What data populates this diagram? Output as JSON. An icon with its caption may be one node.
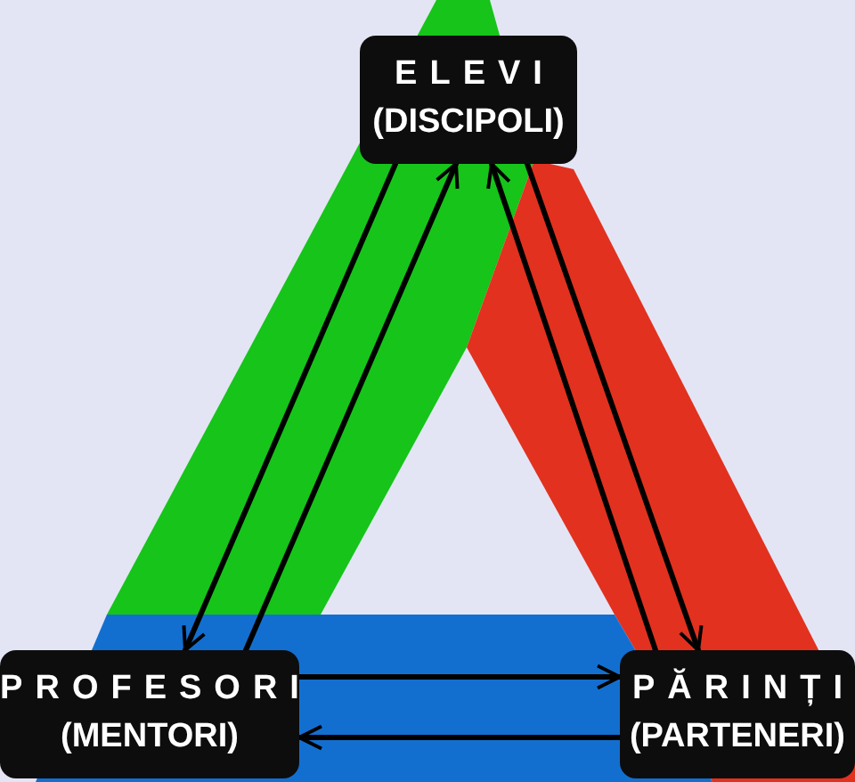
{
  "diagram": {
    "nodes": [
      {
        "text": [
          "ELEVI",
          "(DISCIPOLI)"
        ]
      },
      {
        "text": [
          "PROFESORI",
          "(MENTORI)"
        ]
      },
      {
        "text": [
          "PĂRINȚI",
          "(PARTENERI)"
        ]
      }
    ],
    "edges": [
      {
        "from": 0,
        "to": 1,
        "arrow": "to"
      },
      {
        "from": 1,
        "to": 0,
        "arrow": "to"
      },
      {
        "from": 0,
        "to": 2,
        "arrow": "to"
      },
      {
        "from": 2,
        "to": 0,
        "arrow": "to"
      },
      {
        "from": 1,
        "to": 2,
        "arrow": "to"
      },
      {
        "from": 2,
        "to": 1,
        "arrow": "to"
      }
    ]
  }
}
